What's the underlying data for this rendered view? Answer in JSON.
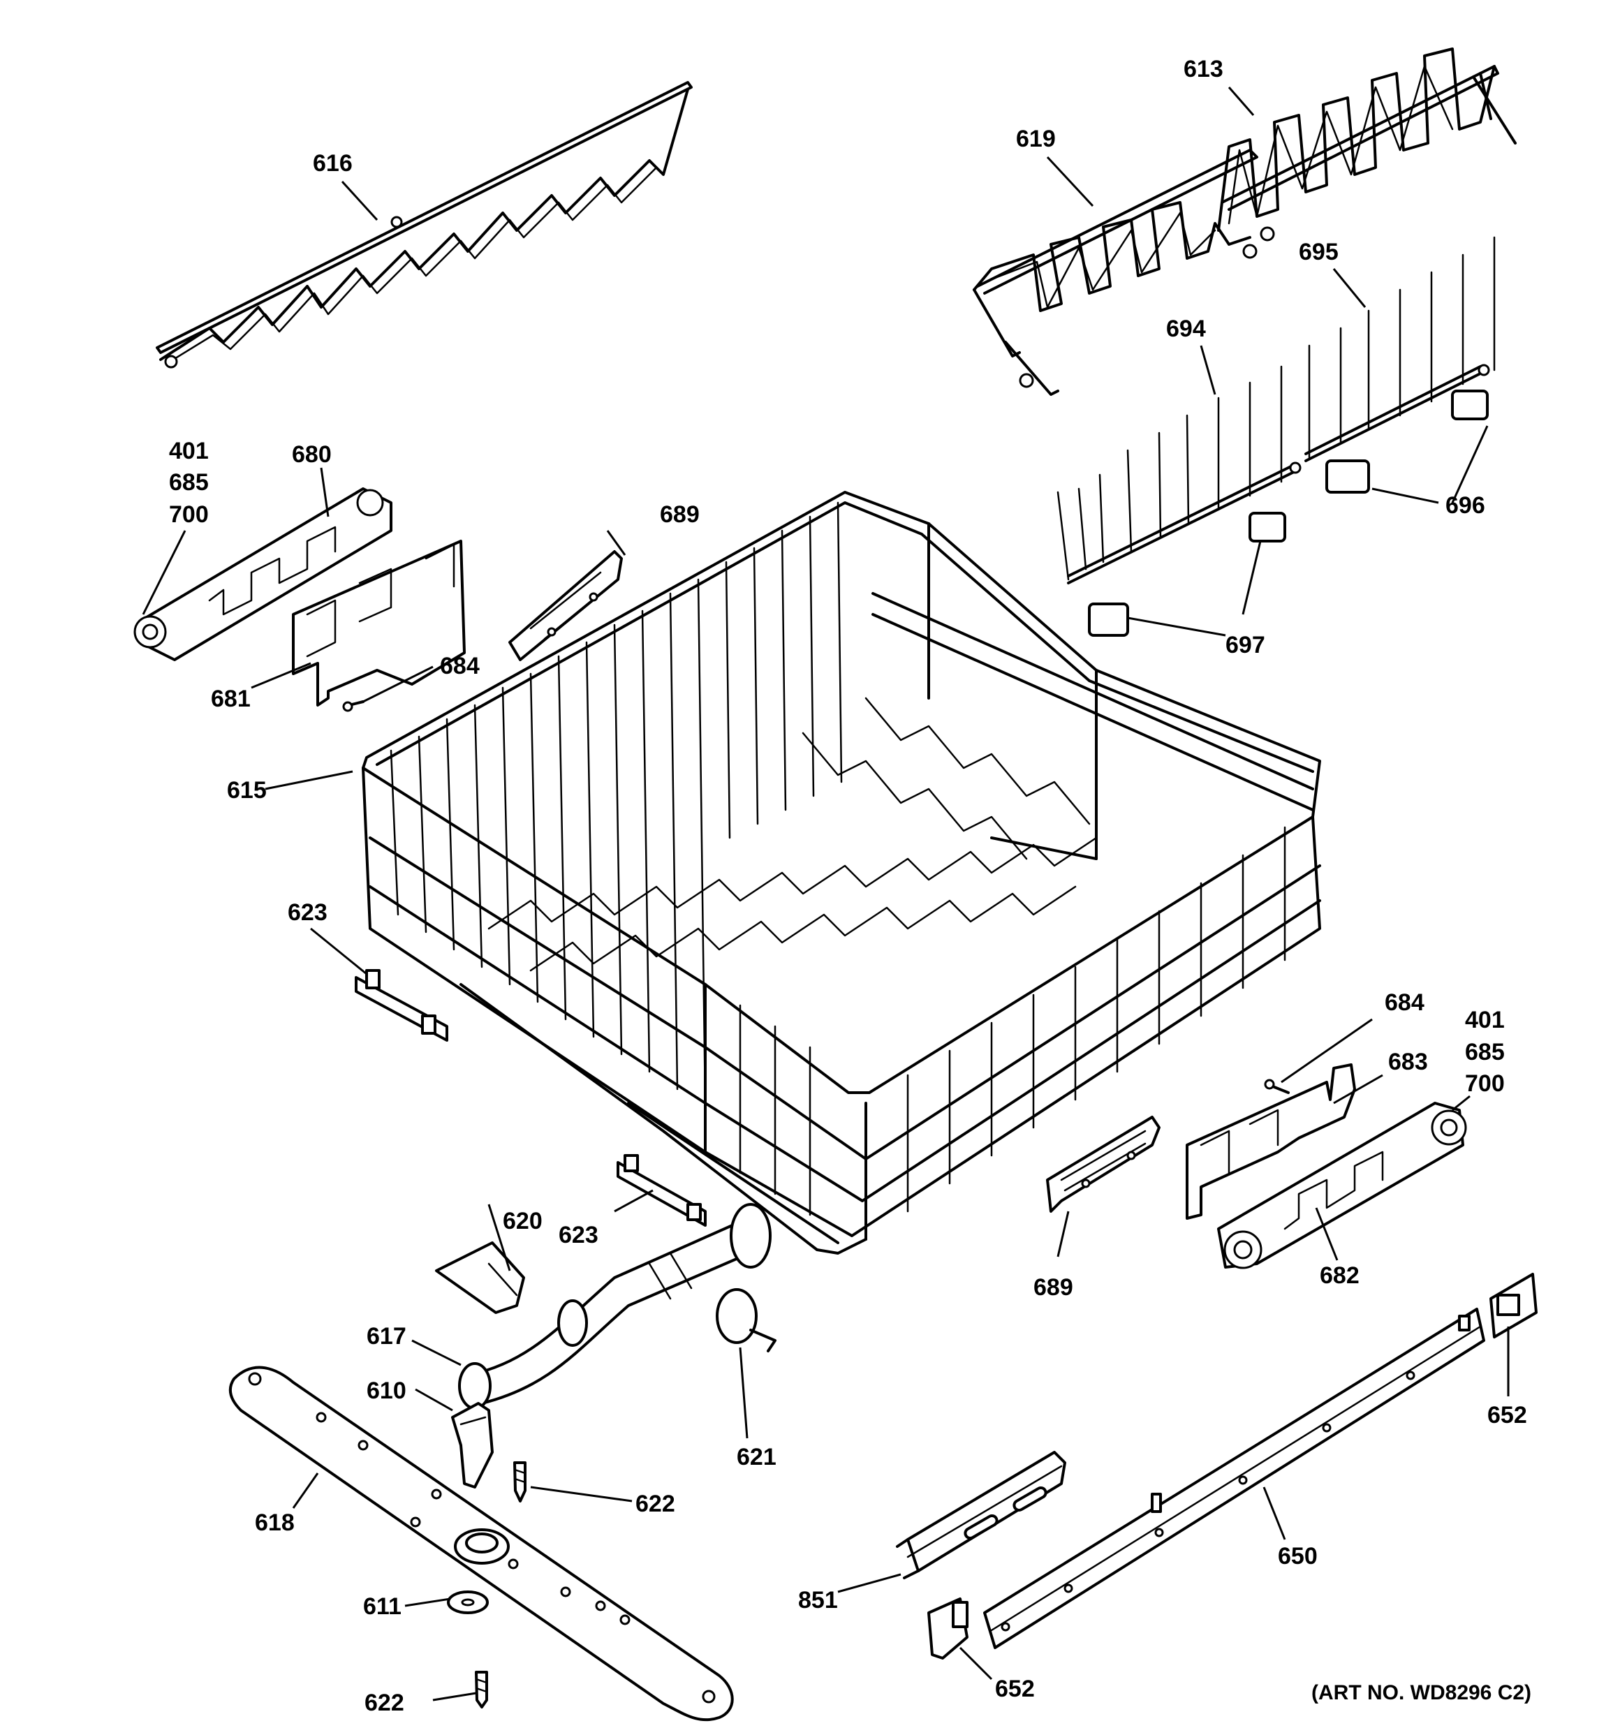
{
  "labels": {
    "p616": "616",
    "p613": "613",
    "p619": "619",
    "p695": "695",
    "p694": "694",
    "p696": "696",
    "p697": "697",
    "p401a": "401",
    "p685a": "685",
    "p700a": "700",
    "p680": "680",
    "p689a": "689",
    "p684a": "684",
    "p681": "681",
    "p615": "615",
    "p623a": "623",
    "p684b": "684",
    "p401b": "401",
    "p685b": "685",
    "p700b": "700",
    "p683": "683",
    "p689b": "689",
    "p682": "682",
    "p623b": "623",
    "p620": "620",
    "p617": "617",
    "p610": "610",
    "p621": "621",
    "p622a": "622",
    "p618": "618",
    "p611": "611",
    "p622b": "622",
    "p652a": "652",
    "p650": "650",
    "p851": "851",
    "p652b": "652"
  },
  "art_number": "(ART NO. WD8296 C2)"
}
